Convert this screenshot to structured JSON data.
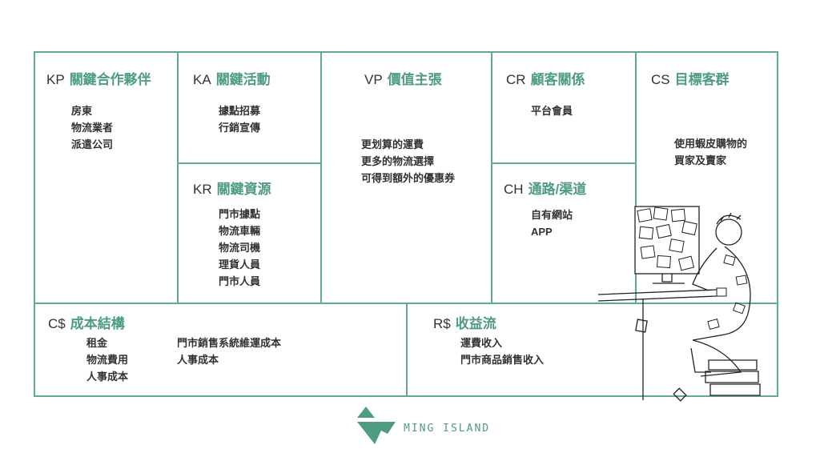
{
  "canvas": {
    "kp": {
      "code": "KP",
      "title": "關鍵合作夥伴",
      "items": [
        "房東",
        "物流業者",
        "派遣公司"
      ]
    },
    "ka": {
      "code": "KA",
      "title": "關鍵活動",
      "items": [
        "據點招募",
        "行銷宣傳"
      ]
    },
    "kr": {
      "code": "KR",
      "title": "關鍵資源",
      "items": [
        "門市據點",
        "物流車輛",
        "物流司機",
        "理貨人員",
        "門市人員"
      ]
    },
    "vp": {
      "code": "VP",
      "title": "價值主張",
      "items": [
        "更划算的運費",
        "更多的物流選擇",
        "可得到額外的優惠券"
      ]
    },
    "cr": {
      "code": "CR",
      "title": "顧客關係",
      "items": [
        "平台會員"
      ]
    },
    "ch": {
      "code": "CH",
      "title": "通路/渠道",
      "items": [
        "自有網站",
        "APP"
      ]
    },
    "cs": {
      "code": "CS",
      "title": "目標客群",
      "items": [
        "使用蝦皮購物的",
        "買家及賣家"
      ]
    },
    "cost": {
      "code": "C$",
      "title": "成本結構",
      "items_col1": [
        "租金",
        "物流費用",
        "人事成本"
      ],
      "items_col2": [
        "門市銷售系統維運成本",
        "人事成本"
      ]
    },
    "revenue": {
      "code": "R$",
      "title": "收益流",
      "items": [
        "運費收入",
        "門市商品銷售收入"
      ]
    }
  },
  "brand": {
    "name": "MING ISLAND",
    "color": "#4e9c84"
  },
  "colors": {
    "border": "#62a892",
    "heading": "#4e9c84"
  }
}
